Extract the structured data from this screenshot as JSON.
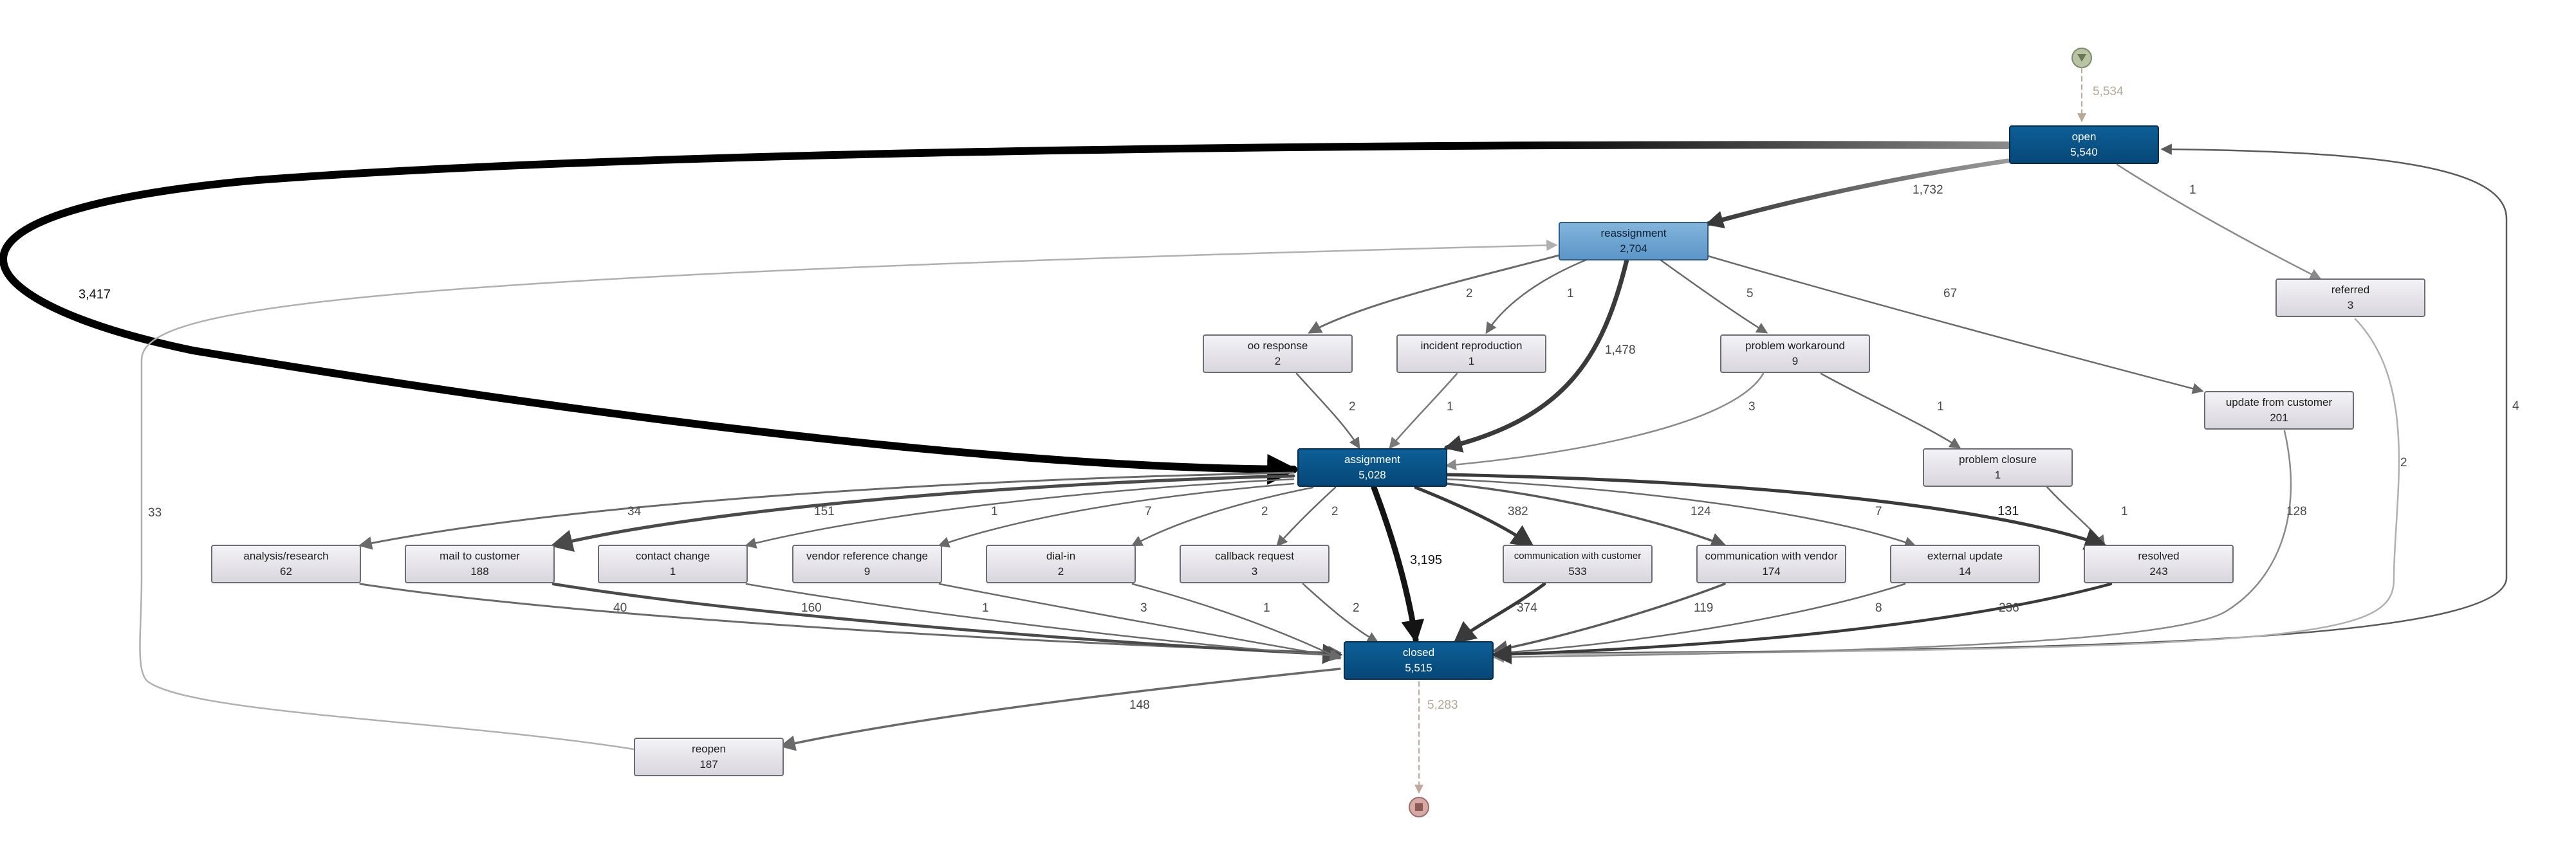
{
  "nodes": {
    "open": {
      "label": "open",
      "count": "5,540"
    },
    "reassignment": {
      "label": "reassignment",
      "count": "2,704"
    },
    "referred": {
      "label": "referred",
      "count": "3"
    },
    "oo_response": {
      "label": "oo response",
      "count": "2"
    },
    "incident_reproduction": {
      "label": "incident reproduction",
      "count": "1"
    },
    "problem_workaround": {
      "label": "problem workaround",
      "count": "9"
    },
    "update_from_customer": {
      "label": "update from customer",
      "count": "201"
    },
    "assignment": {
      "label": "assignment",
      "count": "5,028"
    },
    "problem_closure": {
      "label": "problem closure",
      "count": "1"
    },
    "analysis_research": {
      "label": "analysis/research",
      "count": "62"
    },
    "mail_to_customer": {
      "label": "mail to customer",
      "count": "188"
    },
    "contact_change": {
      "label": "contact change",
      "count": "1"
    },
    "vendor_reference_change": {
      "label": "vendor reference change",
      "count": "9"
    },
    "dial_in": {
      "label": "dial-in",
      "count": "2"
    },
    "callback_request": {
      "label": "callback request",
      "count": "3"
    },
    "communication_with_customer": {
      "label": "communication with customer",
      "count": "533"
    },
    "communication_with_vendor": {
      "label": "communication with vendor",
      "count": "174"
    },
    "external_update": {
      "label": "external update",
      "count": "14"
    },
    "resolved": {
      "label": "resolved",
      "count": "243"
    },
    "closed": {
      "label": "closed",
      "count": "5,515"
    },
    "reopen": {
      "label": "reopen",
      "count": "187"
    }
  },
  "edge_labels": {
    "start_open": "5,534",
    "open_reassignment": "1,732",
    "open_referred": "1",
    "open_assignment": "3,417",
    "reopen_reassignment": "33",
    "reassignment_oo": "2",
    "reassignment_incident": "1",
    "reassignment_assignment": "1,478",
    "reassignment_workaround": "5",
    "reassignment_update": "67",
    "oo_assignment": "2",
    "incident_assignment": "1",
    "workaround_assignment": "3",
    "workaround_closure": "1",
    "closure_resolved": "1",
    "referred_closed": "2",
    "closed_open": "4",
    "update_closed": "128",
    "assign_analysis": "34",
    "assign_mail": "151",
    "assign_contact": "1",
    "assign_vendorref": "7",
    "assign_dialin": "2",
    "assign_callback": "2",
    "assign_closed": "3,195",
    "assign_commcust": "382",
    "assign_commvendor": "124",
    "assign_external": "7",
    "assign_resolved": "131",
    "analysis_closed": "40",
    "mail_closed": "160",
    "contact_closed": "1",
    "vendorref_closed": "3",
    "dialin_closed": "1",
    "callback_closed": "2",
    "commcust_closed": "374",
    "commvendor_closed": "119",
    "external_closed": "8",
    "resolved_closed": "236",
    "closed_reopen": "148",
    "closed_end": "5,283"
  }
}
